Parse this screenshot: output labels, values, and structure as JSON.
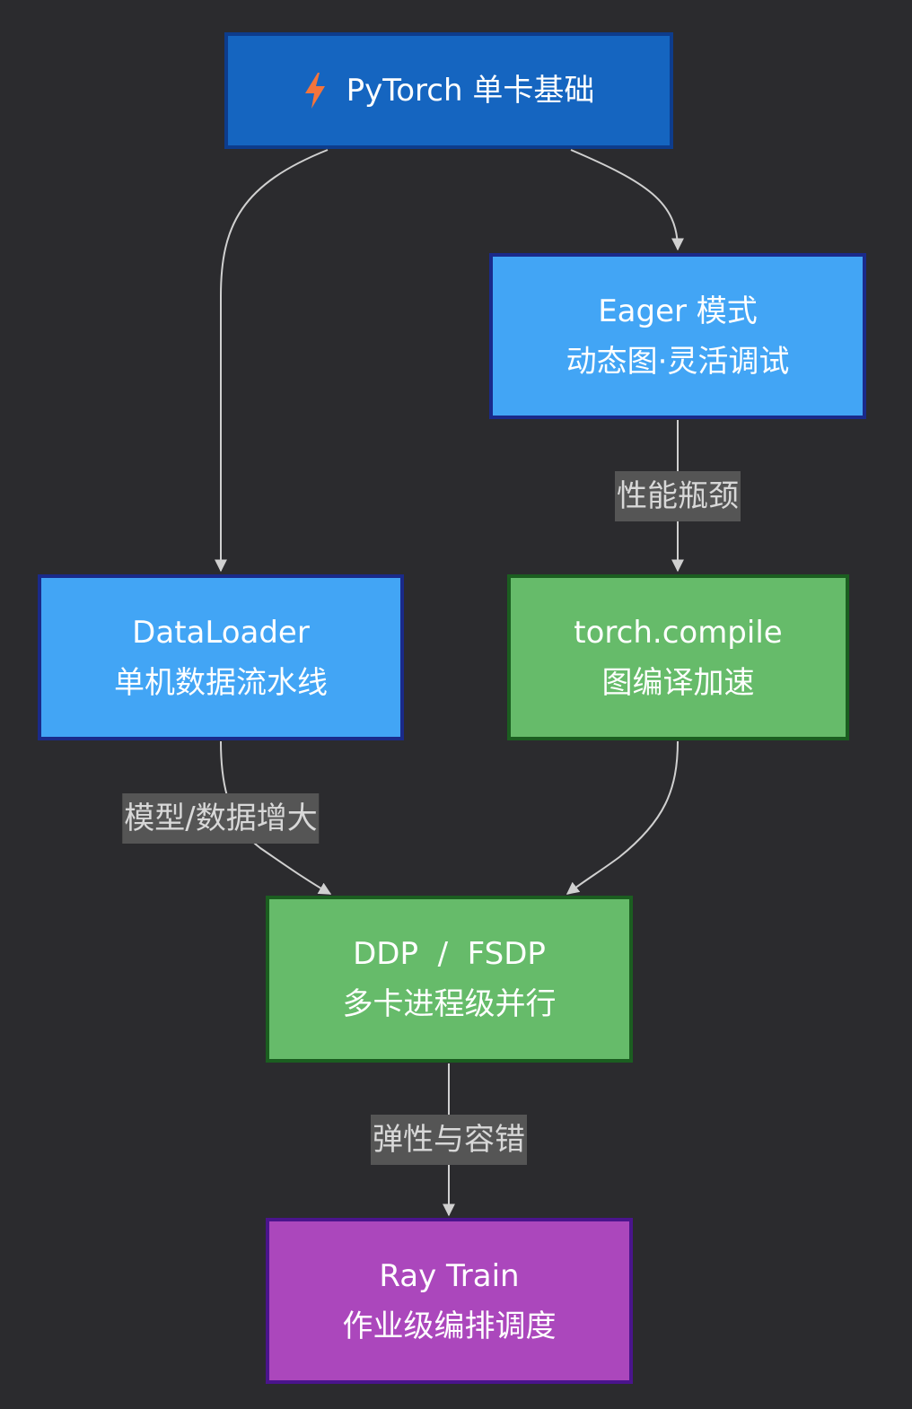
{
  "nodes": {
    "pytorch": {
      "icon": "lightning-bolt-icon",
      "label": "PyTorch 单卡基础"
    },
    "eager": {
      "line1": "Eager 模式",
      "line2": "动态图·灵活调试"
    },
    "dataloader": {
      "line1": "DataLoader",
      "line2": "单机数据流水线"
    },
    "compile": {
      "line1": "torch.compile",
      "line2": "图编译加速"
    },
    "ddp": {
      "line1": "DDP  /  FSDP",
      "line2": "多卡进程级并行"
    },
    "ray": {
      "line1": "Ray Train",
      "line2": "作业级编排调度"
    }
  },
  "edges": {
    "eager_to_compile": "性能瓶颈",
    "dataloader_to_ddp": "模型/数据增大",
    "ddp_to_ray": "弹性与容错"
  },
  "colors": {
    "background": "#2b2b2e",
    "root_fill": "#1565c0",
    "blue_fill": "#42a5f5",
    "green_fill": "#66bb6a",
    "purple_fill": "#ab47bc",
    "edge": "#d0d0d0",
    "label_bg": "#555555"
  }
}
